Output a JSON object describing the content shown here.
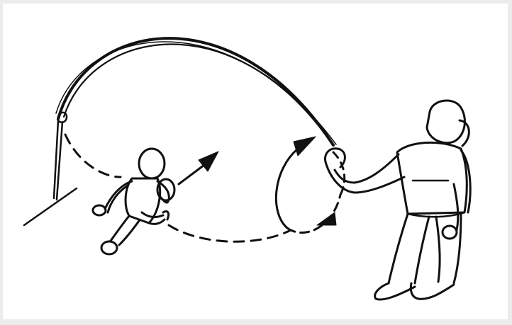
{
  "illustration": {
    "subject": "jump-rope",
    "colors": {
      "background": "#ececec",
      "panel": "#ffffff",
      "ink": "#111111"
    },
    "icons": [
      "rope",
      "runner",
      "turner",
      "direction-arrow",
      "rotation-arrows"
    ]
  }
}
